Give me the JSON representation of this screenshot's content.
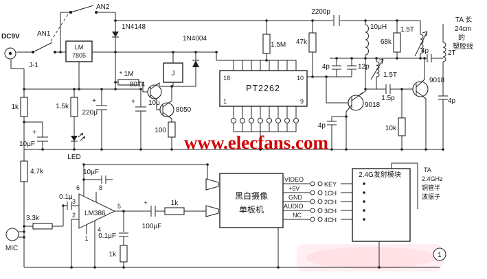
{
  "watermark": {
    "text": "www.elecfans.com",
    "color": "#d40000"
  },
  "labels": {
    "dc9v": "DC9V",
    "an1": "AN1",
    "an2": "AN2",
    "j1": "J-1",
    "reg1": "LM",
    "reg2": "7805",
    "d4148": "1N4148",
    "d4004": "1N4004",
    "r1m": "* 1M",
    "q8014": "8014",
    "relay_j": "J",
    "q8050": "8050",
    "c220u": "220μ",
    "c10u": "10μ",
    "r100": "100",
    "r1k_a": "1k",
    "r1k5": "1.5k",
    "led": "LED",
    "c10uf_a": "10μF",
    "r4k7": "4.7k",
    "ic": "PT2262",
    "pin18": "18",
    "pin1": "1",
    "pin10": "10",
    "pin9": "9",
    "r1m5": "1.5M",
    "c2200p": "2200p",
    "r47k": "47k",
    "l10uh": "10μH",
    "r68k": "68k",
    "l1t5_a": "1.5T",
    "c4p_1": "4p",
    "l2t": "2T",
    "ant1_1": "TA 长",
    "ant1_2": "24cm",
    "ant1_3": "的",
    "ant1_4": "塑胶线",
    "c4p_3": "4p",
    "c12p": "12p",
    "l1t5_b": "1.5T",
    "q9018_a": "9018",
    "c1p5": "1.5p",
    "q9018_b": "9018",
    "c4p_4": "4p",
    "r10k": "10k",
    "c4p_2": "4p",
    "c01u": "0.1μ",
    "c10uf_b": "10μF",
    "amp": "LM386",
    "p1": "1",
    "p2": "2",
    "p3": "3",
    "p4": "4",
    "p5": "5",
    "p6": "6",
    "p8": "8",
    "r3k3": "3.3k",
    "mic": "MIC",
    "r1k_b": "1k",
    "c01uf": "0.1μF",
    "c100uf": "100μF",
    "r1k_c": "1k",
    "cam1": "黑白摄像",
    "cam2": "单板机",
    "s_video": "VIDEO",
    "s_5v": "+5V",
    "s_gnd": "GND",
    "s_audio": "AUDIO",
    "s_nc": "NC",
    "m_key": "KEY",
    "m_1ch": "1CH",
    "m_2ch": "2CH",
    "m_3ch": "3CH",
    "m_4ch": "4CH",
    "module": "2.4G发射模块",
    "ant2_1": "TA",
    "ant2_2": "2.4GHz",
    "ant2_3": "铜管半",
    "ant2_4": "波振子",
    "note1": "1",
    "plus": "+"
  }
}
